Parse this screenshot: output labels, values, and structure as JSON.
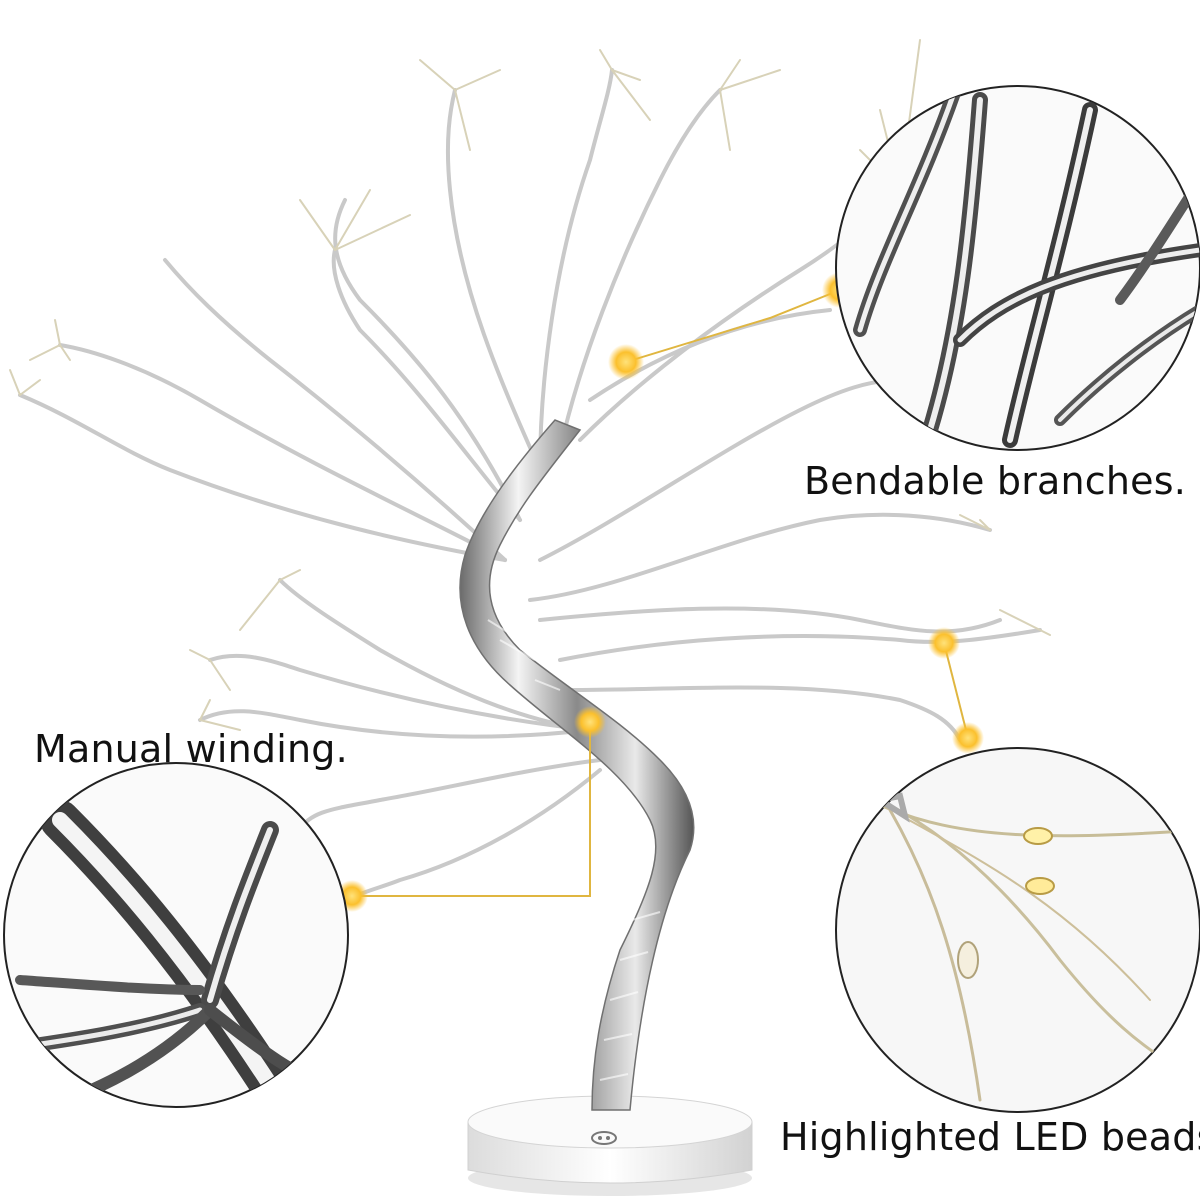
{
  "captions": {
    "bendable_branches": "Bendable branches.",
    "manual_winding": "Manual winding.",
    "highlighted_led_beads": "Highlighted LED beads."
  },
  "colors": {
    "background": "#ffffff",
    "silver_light": "#f2f2f2",
    "silver_mid": "#b9b9b9",
    "silver_dark": "#3c3c3c",
    "led_warm": "#fbc02d",
    "led_glow": "#fff3c4",
    "callout_line": "#e0b640",
    "copper_wire": "#cdbf9a",
    "base_white": "#f4f4f4",
    "text": "#111111"
  },
  "icons": {
    "base_button": "power-button-icon",
    "leds": "led-bead-icon"
  }
}
